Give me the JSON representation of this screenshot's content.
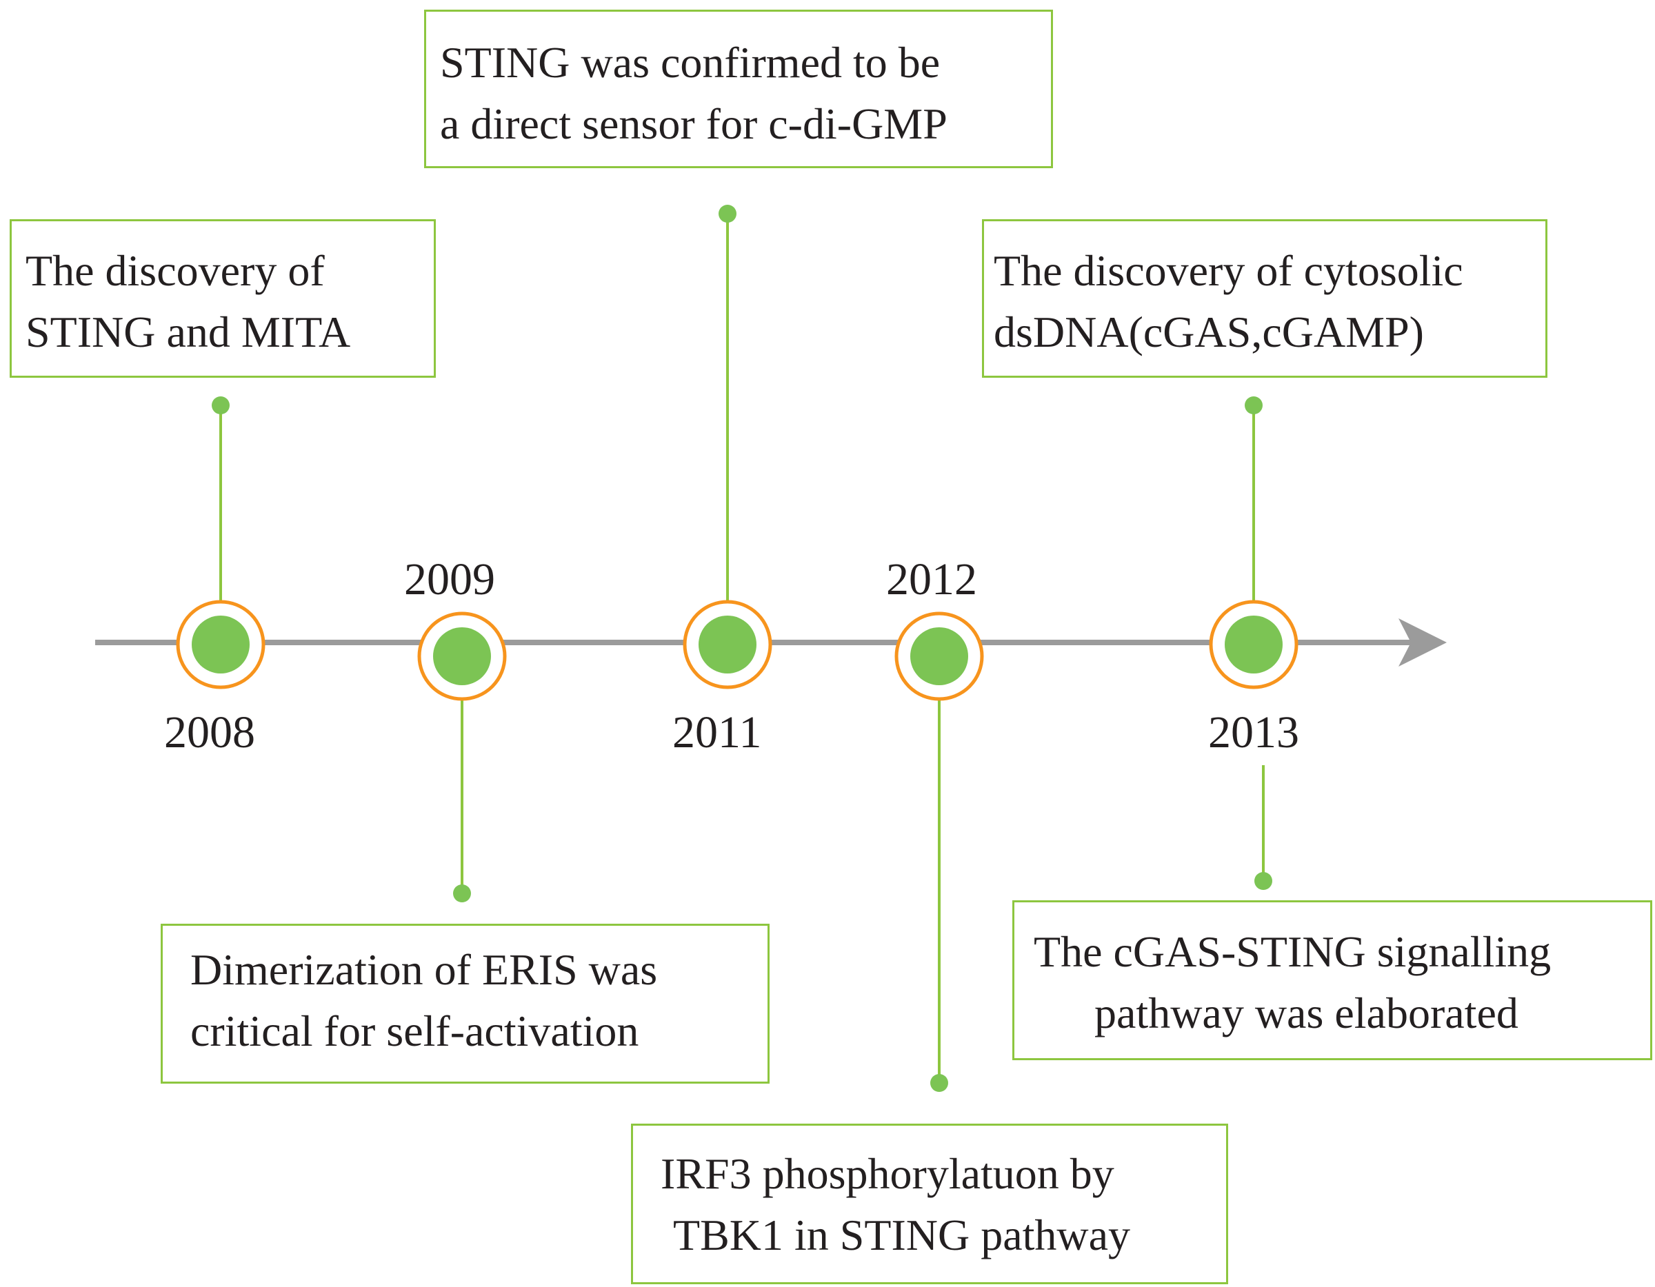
{
  "colors": {
    "box_border": "#8dc63f",
    "connector": "#8dc63f",
    "dot": "#7cc454",
    "ring": "#f7941d",
    "axis": "#9b9b9b",
    "text": "#231f20"
  },
  "events": [
    {
      "year": "2008",
      "lines": [
        "The discovery of",
        "STING and MITA"
      ]
    },
    {
      "year": "2009",
      "lines": [
        "Dimerization of ERIS was",
        "critical for self-activation"
      ]
    },
    {
      "year": "2011",
      "lines": [
        "STING was confirmed to be",
        "a direct sensor for c-di-GMP"
      ]
    },
    {
      "year": "2012",
      "lines": [
        "IRF3 phosphorylatuon by",
        "TBK1 in STING pathway"
      ]
    },
    {
      "year": "2013",
      "lines": [
        "The discovery of cytosolic",
        "dsDNA(cGAS,cGAMP)"
      ]
    },
    {
      "year": "",
      "lines": [
        "The cGAS-STING signalling",
        "pathway was elaborated"
      ]
    }
  ]
}
